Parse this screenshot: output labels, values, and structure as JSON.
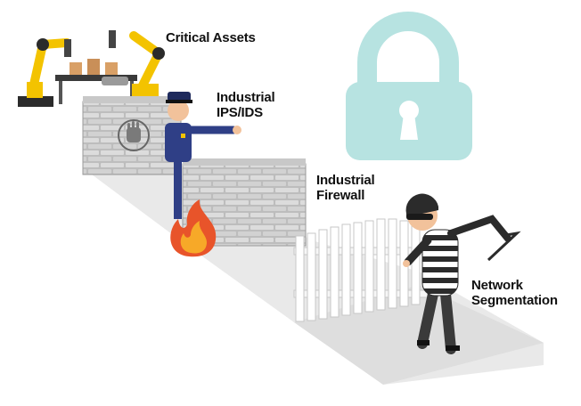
{
  "labels": {
    "critical_assets": "Critical Assets",
    "ips_ids": [
      "Industrial",
      "IPS/IDS"
    ],
    "firewall": [
      "Industrial",
      "Firewall"
    ],
    "segmentation": [
      "Network",
      "Segmentation"
    ]
  },
  "icons": {
    "security": "padlock-icon",
    "stop": "stop-hand-icon",
    "fire": "fire-icon"
  },
  "colors": {
    "lock": "#b7e3e1",
    "wall": "#b9b9b9",
    "ground": "#e9e9e9",
    "fence": "#ffffff",
    "robot": "#f3c300",
    "police": "#2f3f86",
    "thief_stripe": "#2b2b2b",
    "fire_outer": "#e8542a",
    "fire_inner": "#f7a928"
  }
}
